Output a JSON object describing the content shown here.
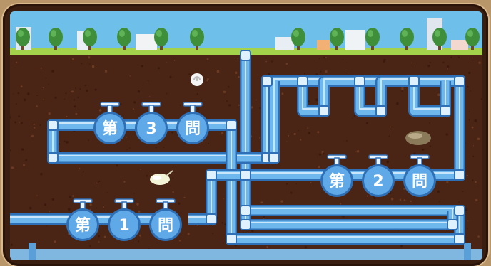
{
  "puzzles": [
    {
      "id": "q1",
      "label": [
        "第",
        "1",
        "問"
      ]
    },
    {
      "id": "q2",
      "label": [
        "第",
        "2",
        "問"
      ]
    },
    {
      "id": "q3",
      "label": [
        "第",
        "3",
        "問"
      ]
    }
  ],
  "colors": {
    "sky": "#6ec0ea",
    "grass": "#a4d24a",
    "soil": "#4a2414",
    "pipe": "#6fb8ee",
    "pipe_edge": "#2e6fb5",
    "valve": "#5fa9e8",
    "frame": "#3a1e10"
  },
  "icons": [
    "snail-shell-icon",
    "seed-icon",
    "mole-icon",
    "tree-icon",
    "building-icon"
  ]
}
